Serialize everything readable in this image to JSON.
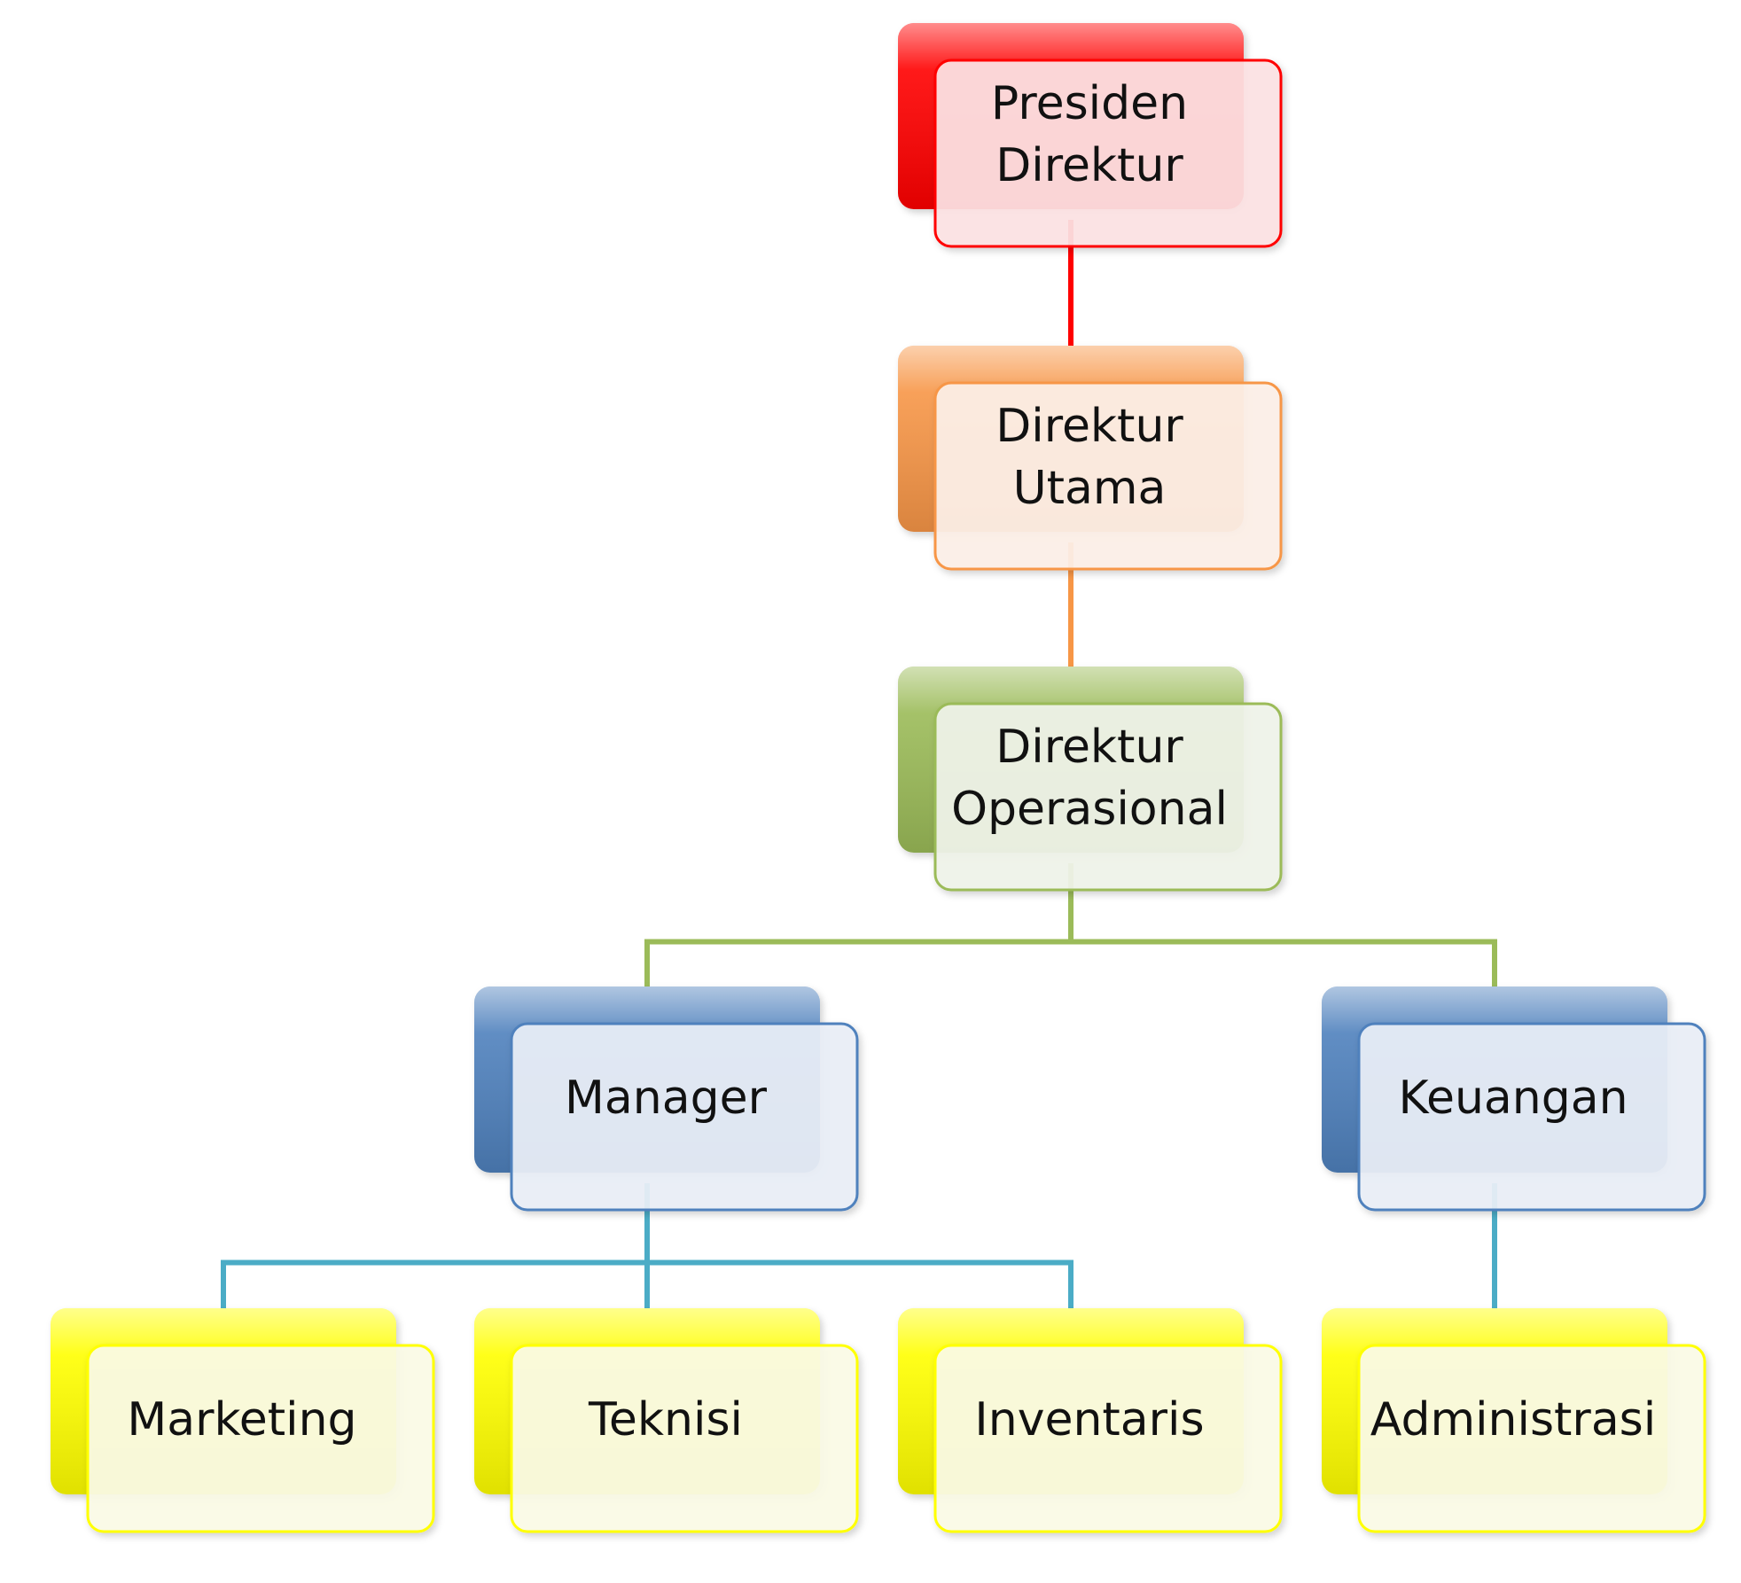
{
  "nodes": [
    {
      "id": "presiden-direktur",
      "lines": [
        "Presiden",
        "Direktur"
      ],
      "color": "#ff0000",
      "fill": "#fde3e4"
    },
    {
      "id": "direktur-utama",
      "lines": [
        "Direktur",
        "Utama"
      ],
      "color": "#f79646",
      "fill": "#fdf0e7"
    },
    {
      "id": "direktur-operasional",
      "lines": [
        "Direktur",
        "Operasional"
      ],
      "color": "#9bbb59",
      "fill": "#f0f3ea"
    },
    {
      "id": "manager",
      "lines": [
        "Manager"
      ],
      "color": "#4f81bd",
      "fill": "#eaeff7"
    },
    {
      "id": "keuangan",
      "lines": [
        "Keuangan"
      ],
      "color": "#4f81bd",
      "fill": "#eaeff7"
    },
    {
      "id": "marketing",
      "lines": [
        "Marketing"
      ],
      "color": "#ffff00",
      "fill": "#fbfbe6"
    },
    {
      "id": "teknisi",
      "lines": [
        "Teknisi"
      ],
      "color": "#ffff00",
      "fill": "#fbfbe6"
    },
    {
      "id": "inventaris",
      "lines": [
        "Inventaris"
      ],
      "color": "#ffff00",
      "fill": "#fbfbe6"
    },
    {
      "id": "administrasi",
      "lines": [
        "Administrasi"
      ],
      "color": "#ffff00",
      "fill": "#fbfbe6"
    }
  ],
  "connectors": [
    {
      "from": "presiden-direktur",
      "to": "direktur-utama",
      "color": "#ff0000"
    },
    {
      "from": "direktur-utama",
      "to": "direktur-operasional",
      "color": "#f79646"
    },
    {
      "from": "direktur-operasional",
      "to": "manager",
      "color": "#9bbb59"
    },
    {
      "from": "direktur-operasional",
      "to": "keuangan",
      "color": "#9bbb59"
    },
    {
      "from": "manager",
      "to": "marketing",
      "color": "#4bacc6"
    },
    {
      "from": "manager",
      "to": "teknisi",
      "color": "#4bacc6"
    },
    {
      "from": "manager",
      "to": "inventaris",
      "color": "#4bacc6"
    },
    {
      "from": "keuangan",
      "to": "administrasi",
      "color": "#4bacc6"
    }
  ]
}
